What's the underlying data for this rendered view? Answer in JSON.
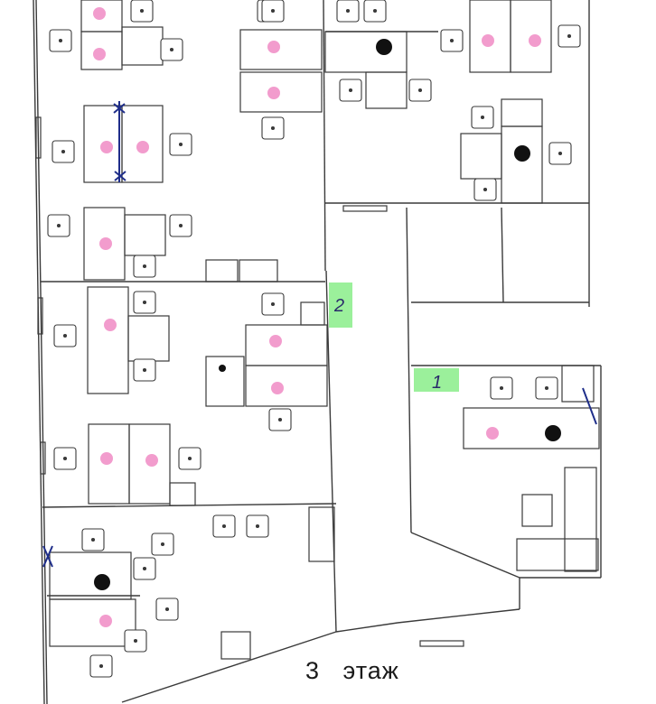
{
  "floor_label": "3   этаж",
  "markers": [
    {
      "id": "marker-1",
      "label": "1"
    },
    {
      "id": "marker-2",
      "label": "2"
    }
  ],
  "colors": {
    "line": "#3a3a3a",
    "marker_fill": "#9bf09b",
    "pink_dot": "#f08bc4",
    "black_dot": "#111111",
    "blue_mark": "#1f2e8a",
    "paper": "#ffffff"
  }
}
